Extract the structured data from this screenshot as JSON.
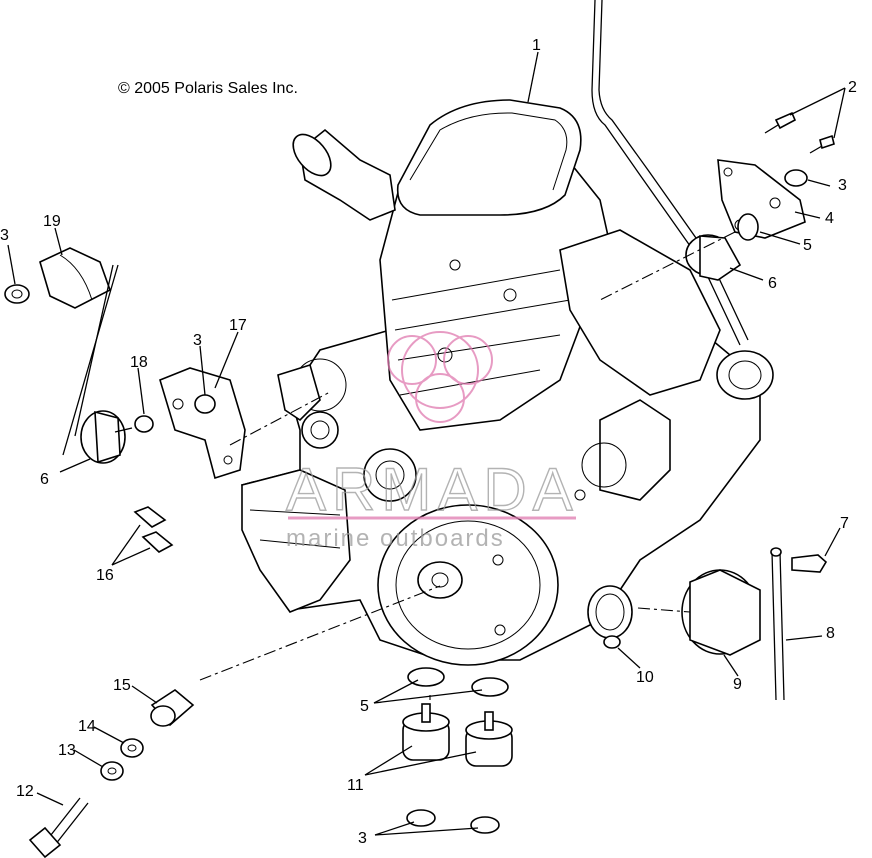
{
  "copyright": "© 2005 Polaris Sales Inc.",
  "watermark": {
    "brand": "ARMADA",
    "tagline": "marine outboards",
    "accent_color": "#e07ab0"
  },
  "callouts": [
    {
      "id": "c1",
      "text": "1"
    },
    {
      "id": "c2",
      "text": "2"
    },
    {
      "id": "c3a",
      "text": "3"
    },
    {
      "id": "c4",
      "text": "4"
    },
    {
      "id": "c5a",
      "text": "5"
    },
    {
      "id": "c6a",
      "text": "6"
    },
    {
      "id": "c3b",
      "text": "3"
    },
    {
      "id": "c19",
      "text": "19"
    },
    {
      "id": "c17",
      "text": "17"
    },
    {
      "id": "c3c",
      "text": "3"
    },
    {
      "id": "c18",
      "text": "18"
    },
    {
      "id": "c6b",
      "text": "6"
    },
    {
      "id": "c16",
      "text": "16"
    },
    {
      "id": "c7",
      "text": "7"
    },
    {
      "id": "c8",
      "text": "8"
    },
    {
      "id": "c9",
      "text": "9"
    },
    {
      "id": "c10",
      "text": "10"
    },
    {
      "id": "c15",
      "text": "15"
    },
    {
      "id": "c14",
      "text": "14"
    },
    {
      "id": "c13",
      "text": "13"
    },
    {
      "id": "c12",
      "text": "12"
    },
    {
      "id": "c5b",
      "text": "5"
    },
    {
      "id": "c11",
      "text": "11"
    },
    {
      "id": "c3d",
      "text": "3"
    }
  ]
}
